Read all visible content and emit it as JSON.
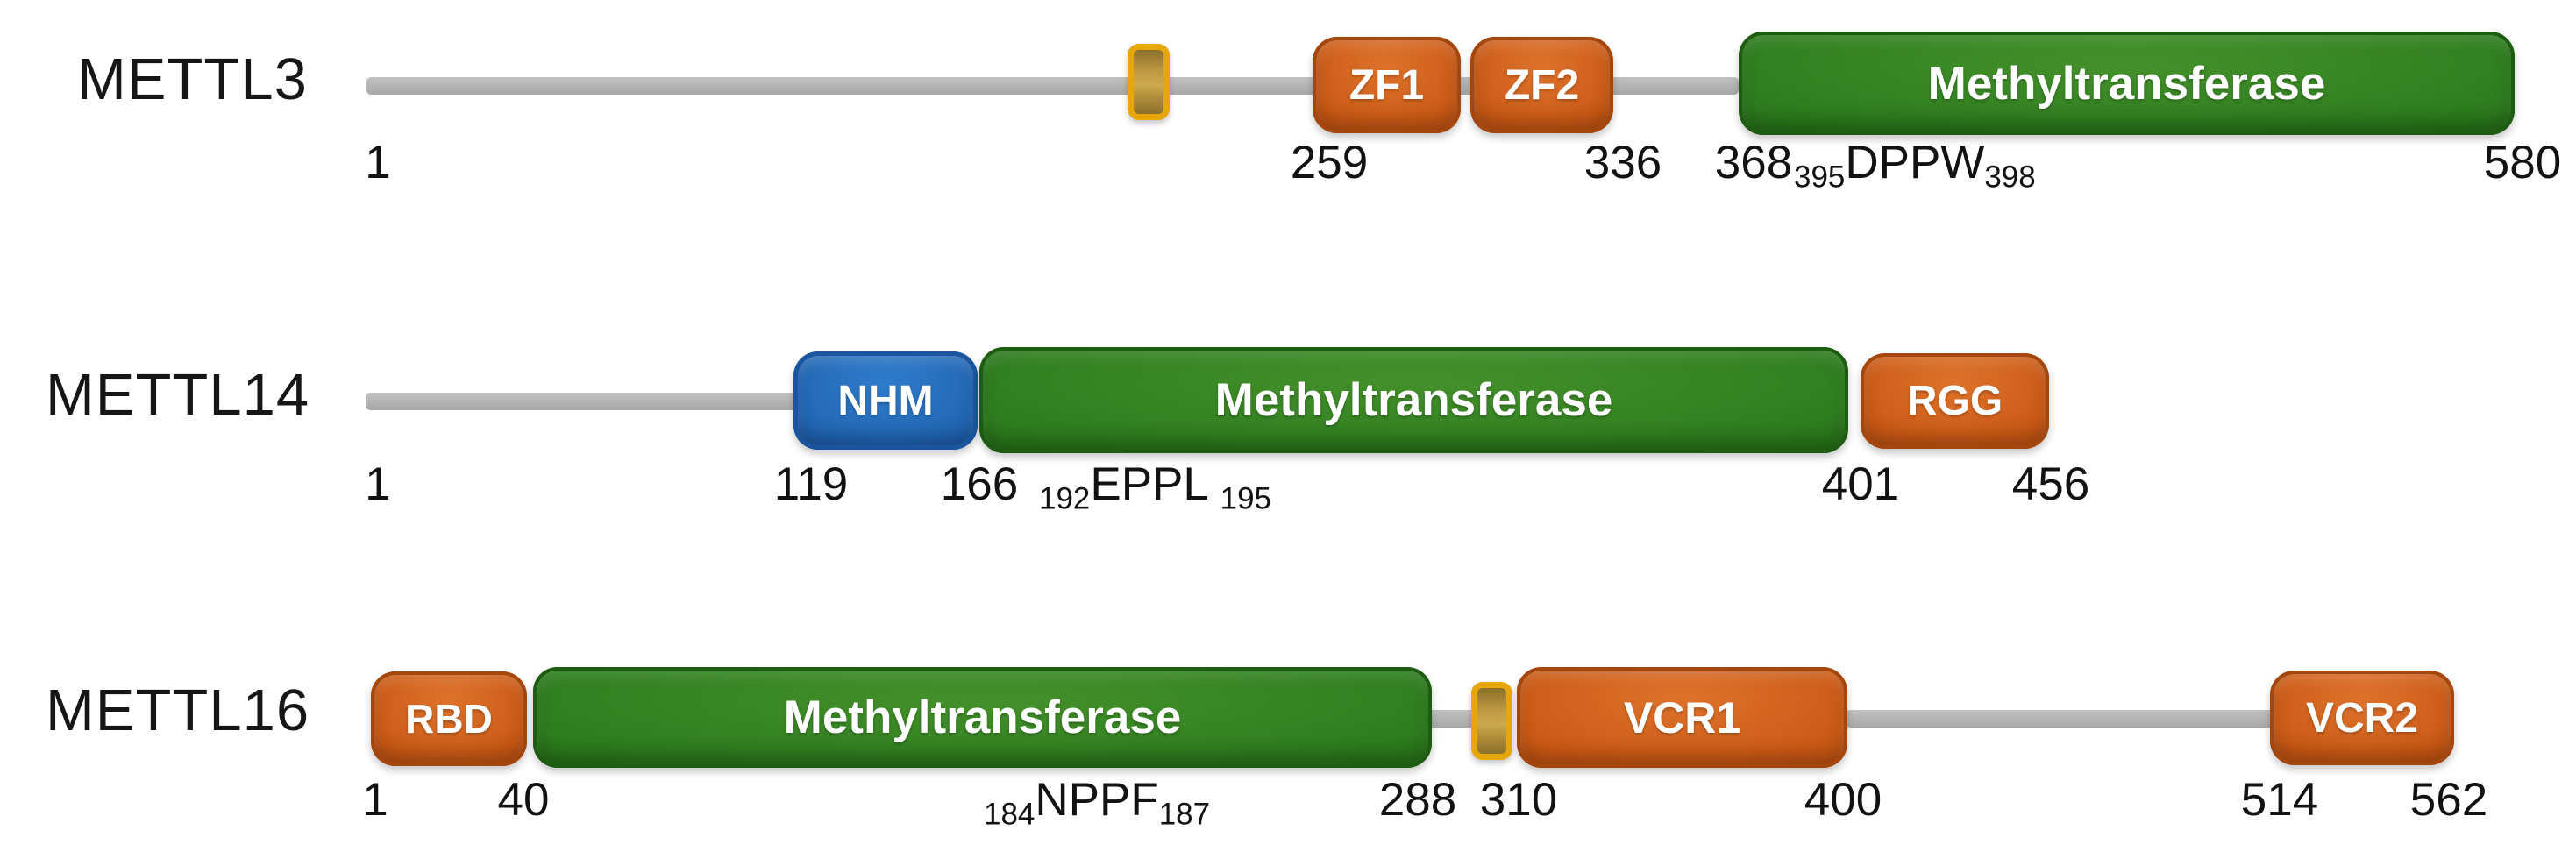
{
  "colors": {
    "domain_orange": "#C4540F",
    "domain_green": "#2E7A1F",
    "domain_blue": "#2063B0",
    "marker_yellow": "#E7A60A",
    "backbone_gray": "#B3B3B3",
    "box_label_text": "#FFFFFF",
    "tick_text": "#121212"
  },
  "proteins": [
    {
      "name": "METTL3",
      "residues": {
        "start": 1,
        "end": 580
      },
      "ticks": [
        "1",
        "259",
        "336",
        "368",
        "580"
      ],
      "motif": {
        "pre": "395",
        "text": "DPPW",
        "post": "398"
      },
      "domains": [
        {
          "label": "",
          "type": "ptm-marker",
          "color": "#E7A60A"
        },
        {
          "label": "ZF1",
          "type": "zinc-finger",
          "color": "#C4540F",
          "start": 259
        },
        {
          "label": "ZF2",
          "type": "zinc-finger",
          "color": "#C4540F",
          "end": 336
        },
        {
          "label": "Methyltransferase",
          "type": "catalytic-domain",
          "color": "#2E7A1F",
          "start": 368,
          "end": 580
        }
      ]
    },
    {
      "name": "METTL14",
      "residues": {
        "start": 1,
        "end": 456
      },
      "ticks": [
        "1",
        "119",
        "166",
        "401",
        "456"
      ],
      "motif": {
        "pre": "192",
        "text": "EPPL",
        "post": "195"
      },
      "domains": [
        {
          "label": "NHM",
          "type": "n-terminal-helix-motif",
          "color": "#2063B0",
          "start": 119,
          "end": 166
        },
        {
          "label": "Methyltransferase",
          "type": "catalytic-domain",
          "color": "#2E7A1F",
          "start": 166,
          "end": 401
        },
        {
          "label": "RGG",
          "type": "rgg-repeats",
          "color": "#C4540F",
          "start": 401,
          "end": 456
        }
      ]
    },
    {
      "name": "METTL16",
      "residues": {
        "start": 1,
        "end": 562
      },
      "ticks": [
        "1",
        "40",
        "288",
        "310",
        "400",
        "514",
        "562"
      ],
      "motif": {
        "pre": "184",
        "text": "NPPF",
        "post": "187"
      },
      "domains": [
        {
          "label": "RBD",
          "type": "rna-binding-domain",
          "color": "#C4540F",
          "start": 1,
          "end": 40
        },
        {
          "label": "Methyltransferase",
          "type": "catalytic-domain",
          "color": "#2E7A1F",
          "start": 40,
          "end": 288
        },
        {
          "label": "",
          "type": "ptm-marker",
          "color": "#E7A60A"
        },
        {
          "label": "VCR1",
          "type": "vertebrate-conserved-region",
          "color": "#C4540F",
          "start": 310,
          "end": 400
        },
        {
          "label": "VCR2",
          "type": "vertebrate-conserved-region",
          "color": "#C4540F",
          "start": 514,
          "end": 562
        }
      ]
    }
  ]
}
